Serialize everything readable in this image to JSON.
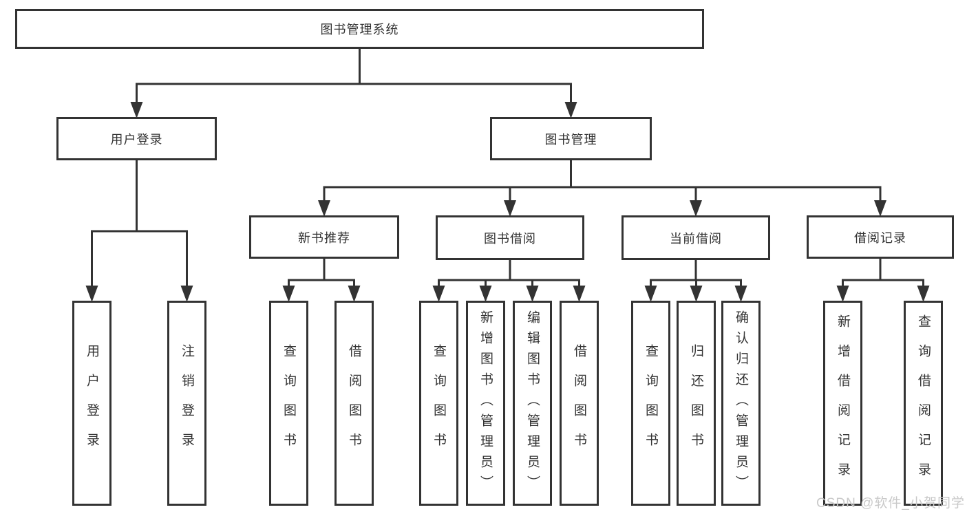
{
  "diagram": {
    "title": "图书管理系统",
    "watermark": "CSDN @软件_小贺同学",
    "colors": {
      "line": "#333333",
      "box_border": "#333333",
      "text": "#333333",
      "watermark": "#c9c9c9",
      "background": "#ffffff"
    },
    "nodes": [
      {
        "id": "library-system",
        "label": "图书管理系统",
        "orientation": "horizontal"
      },
      {
        "id": "user-login",
        "label": "用户登录",
        "orientation": "horizontal"
      },
      {
        "id": "book-mgmt",
        "label": "图书管理",
        "orientation": "horizontal"
      },
      {
        "id": "new-book-rec",
        "label": "新书推荐",
        "orientation": "horizontal"
      },
      {
        "id": "book-borrow",
        "label": "图书借阅",
        "orientation": "horizontal"
      },
      {
        "id": "current-borrow",
        "label": "当前借阅",
        "orientation": "horizontal"
      },
      {
        "id": "borrow-record",
        "label": "借阅记录",
        "orientation": "horizontal"
      },
      {
        "id": "leaf-user-login",
        "label": "用户登录",
        "orientation": "vertical"
      },
      {
        "id": "leaf-logout",
        "label": "注销登录",
        "orientation": "vertical"
      },
      {
        "id": "leaf-nb-query",
        "label": "查询图书",
        "orientation": "vertical"
      },
      {
        "id": "leaf-nb-borrow",
        "label": "借阅图书",
        "orientation": "vertical"
      },
      {
        "id": "leaf-bb-query",
        "label": "查询图书",
        "orientation": "vertical"
      },
      {
        "id": "leaf-bb-add",
        "label": "新增图书（管理员）",
        "orientation": "vertical"
      },
      {
        "id": "leaf-bb-edit",
        "label": "编辑图书（管理员）",
        "orientation": "vertical"
      },
      {
        "id": "leaf-bb-borrow",
        "label": "借阅图书",
        "orientation": "vertical"
      },
      {
        "id": "leaf-cb-query",
        "label": "查询图书",
        "orientation": "vertical"
      },
      {
        "id": "leaf-cb-return",
        "label": "归还图书",
        "orientation": "vertical"
      },
      {
        "id": "leaf-cb-confirm",
        "label": "确认归还（管理员）",
        "orientation": "vertical"
      },
      {
        "id": "leaf-br-add",
        "label": "新增借阅记录",
        "orientation": "vertical"
      },
      {
        "id": "leaf-br-query",
        "label": "查询借阅记录",
        "orientation": "vertical"
      }
    ],
    "edges": [
      {
        "from": "library-system",
        "to": [
          "user-login",
          "book-mgmt"
        ]
      },
      {
        "from": "user-login",
        "to": [
          "leaf-user-login",
          "leaf-logout"
        ]
      },
      {
        "from": "book-mgmt",
        "to": [
          "new-book-rec",
          "book-borrow",
          "current-borrow",
          "borrow-record"
        ]
      },
      {
        "from": "new-book-rec",
        "to": [
          "leaf-nb-query",
          "leaf-nb-borrow"
        ]
      },
      {
        "from": "book-borrow",
        "to": [
          "leaf-bb-query",
          "leaf-bb-add",
          "leaf-bb-edit",
          "leaf-bb-borrow"
        ]
      },
      {
        "from": "current-borrow",
        "to": [
          "leaf-cb-query",
          "leaf-cb-return",
          "leaf-cb-confirm"
        ]
      },
      {
        "from": "borrow-record",
        "to": [
          "leaf-br-add",
          "leaf-br-query"
        ]
      }
    ]
  }
}
